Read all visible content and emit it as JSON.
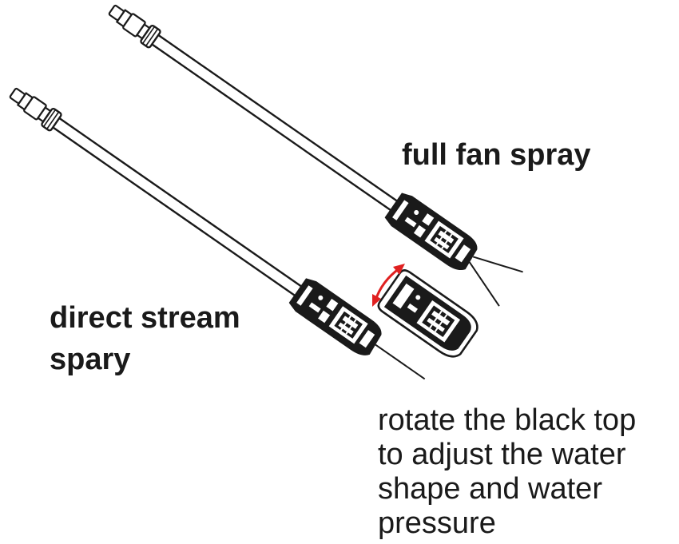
{
  "labels": {
    "full_fan": "full fan spray",
    "direct_stream": [
      "direct stream",
      "spary"
    ],
    "rotate_instruction": [
      "rotate the black top",
      "to adjust the water",
      "shape and water",
      "pressure"
    ]
  },
  "colors": {
    "ink": "#1a1a1a",
    "arrow": "#e02020",
    "background": "#ffffff"
  },
  "illustration": {
    "lances": [
      "upper-lance-full-fan",
      "lower-lance-direct-stream"
    ],
    "detached_nozzle": "rotatable-nozzle-cap",
    "arrow": "double-headed-rotation-arrow"
  }
}
